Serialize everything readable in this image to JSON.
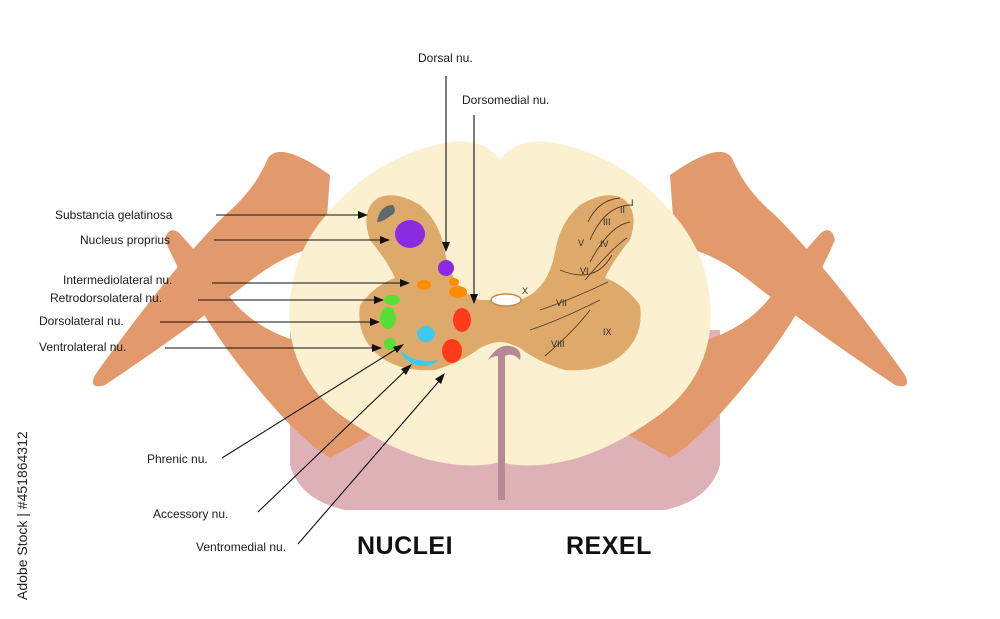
{
  "labels": {
    "dorsal": "Dorsal nu.",
    "dorsomedial": "Dorsomedial nu.",
    "substancia_gelatinosa": "Substancia gelatinosa",
    "nucleus_proprius": "Nucleus proprius",
    "intermediolateral": "Intermediolateral nu.",
    "retrodorsolateral": "Retrodorsolateral nu.",
    "dorsolateral": "Dorsolateral nu.",
    "ventrolateral": "Ventrolateral nu.",
    "phrenic": "Phrenic nu.",
    "accessory": "Accessory nu.",
    "ventromedial": "Ventromedial nu."
  },
  "laminae": {
    "i": "I",
    "ii": "II",
    "iii": "III",
    "iv": "IV",
    "v": "V",
    "vi": "VI",
    "vii": "VII",
    "viii": "VIII",
    "ix": "IX",
    "x": "X"
  },
  "headings": {
    "left": "NUCLEI",
    "right": "REXEL"
  },
  "stock_id": "Adobe Stock | #451864312",
  "colors": {
    "nerve": "#e29a6c",
    "white_matter": "#fbf0cf",
    "gray_matter": "#deaa6c",
    "base": "#deb1b6",
    "central_line": "#b58a95",
    "substancia_gelatinosa": "#5b6a6a",
    "nucleus_proprius": "#8a2be2",
    "dorsal": "#8a2be2",
    "intermediolateral": "#ff8c00",
    "retrodorsolateral": "#ff8c00",
    "dorsomedial": "#ff3b1a",
    "ventromedial": "#ff3b1a",
    "dorsolateral": "#55e036",
    "ventrolateral": "#55e036",
    "accessory": "#3fc8f0",
    "phrenic": "#3fc8f0"
  }
}
